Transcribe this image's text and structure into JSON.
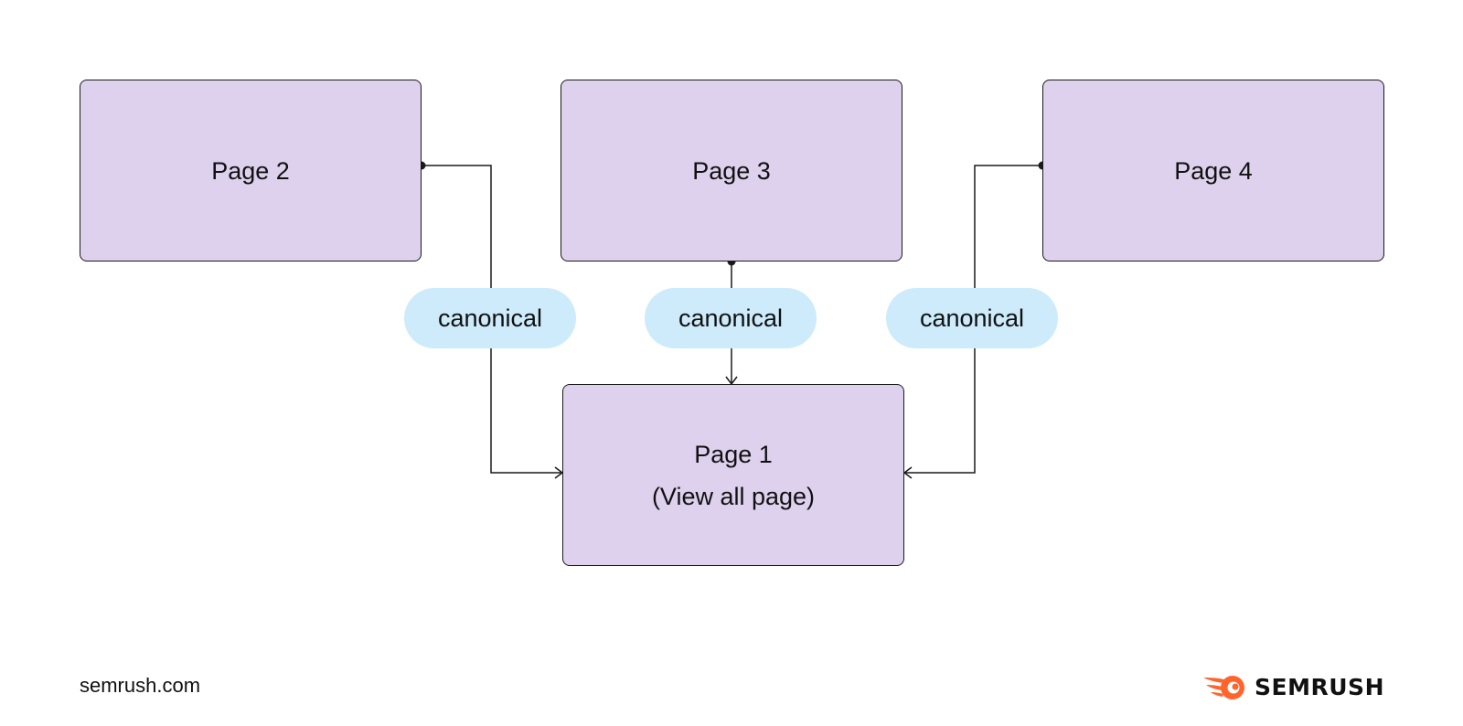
{
  "colors": {
    "box_fill": "#ded1ee",
    "pill_fill": "#cdebfb",
    "line": "#1a1a1a",
    "logo_accent": "#ff642d"
  },
  "boxes": {
    "page2": {
      "label": "Page 2"
    },
    "page3": {
      "label": "Page 3"
    },
    "page4": {
      "label": "Page 4"
    },
    "page1": {
      "label": "Page 1",
      "sublabel": "(View all page)"
    }
  },
  "edges": [
    {
      "from": "page2",
      "to": "page1",
      "label": "canonical"
    },
    {
      "from": "page3",
      "to": "page1",
      "label": "canonical"
    },
    {
      "from": "page4",
      "to": "page1",
      "label": "canonical"
    }
  ],
  "footer": {
    "site": "semrush.com",
    "logo_text": "SEMRUSH",
    "logo_icon": "semrush-flame-icon"
  }
}
